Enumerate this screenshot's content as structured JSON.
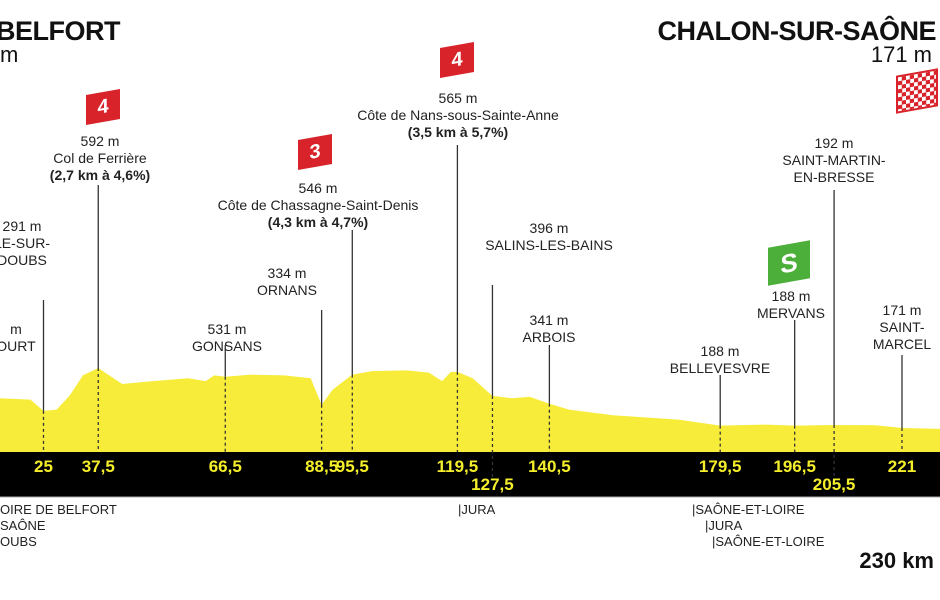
{
  "start": {
    "name": "BELFORT",
    "alt_suffix": "m"
  },
  "finish": {
    "name": "CHALON-SUR-SAÔNE",
    "alt": "171 m"
  },
  "distance": "230 km",
  "climbs": [
    {
      "cat": "4",
      "alt": "592 m",
      "name": "Col de Ferrière",
      "detail": "(2,7 km à 4,6%)"
    },
    {
      "cat": "3",
      "alt": "546 m",
      "name": "Côte de Chassagne-Saint-Denis",
      "detail": "(4,3 km à 4,7%)"
    },
    {
      "cat": "4",
      "alt": "565 m",
      "name": "Côte de Nans-sous-Sainte-Anne",
      "detail": "(3,5 km à 5,7%)"
    }
  ],
  "sprint": {
    "icon": "S"
  },
  "places": [
    {
      "alt": "291 m",
      "name1": "LE-SUR-",
      "name2": "DOUBS"
    },
    {
      "alt": "m",
      "name1": "OURT"
    },
    {
      "alt": "531 m",
      "name1": "GONSANS"
    },
    {
      "alt": "334 m",
      "name1": "ORNANS"
    },
    {
      "alt": "396 m",
      "name1": "SALINS-LES-BAINS"
    },
    {
      "alt": "341 m",
      "name1": "ARBOIS"
    },
    {
      "alt": "188 m",
      "name1": "BELLEVESVRE"
    },
    {
      "alt": "188 m",
      "name1": "MERVANS"
    },
    {
      "alt": "192 m",
      "name1": "SAINT-MARTIN-",
      "name2": "EN-BRESSE"
    },
    {
      "alt": "171 m",
      "name1": "SAINT-",
      "name2": "MARCEL"
    }
  ],
  "km_marks": [
    "25",
    "37,5",
    "66,5",
    "88,5",
    "95,5",
    "119,5",
    "127,5",
    "140,5",
    "179,5",
    "196,5",
    "205,5",
    "221"
  ],
  "departments": [
    "OIRE DE BELFORT",
    "SAÔNE",
    "OUBS",
    "|JURA",
    "|SAÔNE-ET-LOIRE",
    "|JURA",
    "|SAÔNE-ET-LOIRE"
  ],
  "colors": {
    "profile": "#f7ec3a",
    "climb": "#e6b43c",
    "band": "#000000",
    "flag": "#d8232a",
    "sprint": "#4caf3a"
  },
  "chart_data": {
    "type": "area",
    "title": "BELFORT – CHALON-SUR-SAÔNE",
    "xlabel": "km",
    "ylabel": "m",
    "xlim": [
      15,
      230
    ],
    "points": [
      [
        15,
        380
      ],
      [
        22,
        370
      ],
      [
        25,
        291
      ],
      [
        28,
        300
      ],
      [
        31,
        400
      ],
      [
        34,
        540
      ],
      [
        37.5,
        592
      ],
      [
        40,
        540
      ],
      [
        43,
        480
      ],
      [
        50,
        500
      ],
      [
        58,
        520
      ],
      [
        62,
        500
      ],
      [
        64,
        540
      ],
      [
        66.5,
        531
      ],
      [
        72,
        545
      ],
      [
        80,
        540
      ],
      [
        86,
        520
      ],
      [
        88.5,
        334
      ],
      [
        91,
        440
      ],
      [
        95.5,
        546
      ],
      [
        100,
        570
      ],
      [
        108,
        575
      ],
      [
        113,
        560
      ],
      [
        116,
        500
      ],
      [
        118,
        565
      ],
      [
        119.5,
        565
      ],
      [
        123,
        520
      ],
      [
        127.5,
        396
      ],
      [
        132,
        380
      ],
      [
        136,
        390
      ],
      [
        140.5,
        341
      ],
      [
        145,
        300
      ],
      [
        155,
        260
      ],
      [
        170,
        230
      ],
      [
        179.5,
        188
      ],
      [
        190,
        195
      ],
      [
        196.5,
        188
      ],
      [
        205.5,
        192
      ],
      [
        215,
        190
      ],
      [
        221,
        171
      ],
      [
        230,
        165
      ]
    ]
  }
}
